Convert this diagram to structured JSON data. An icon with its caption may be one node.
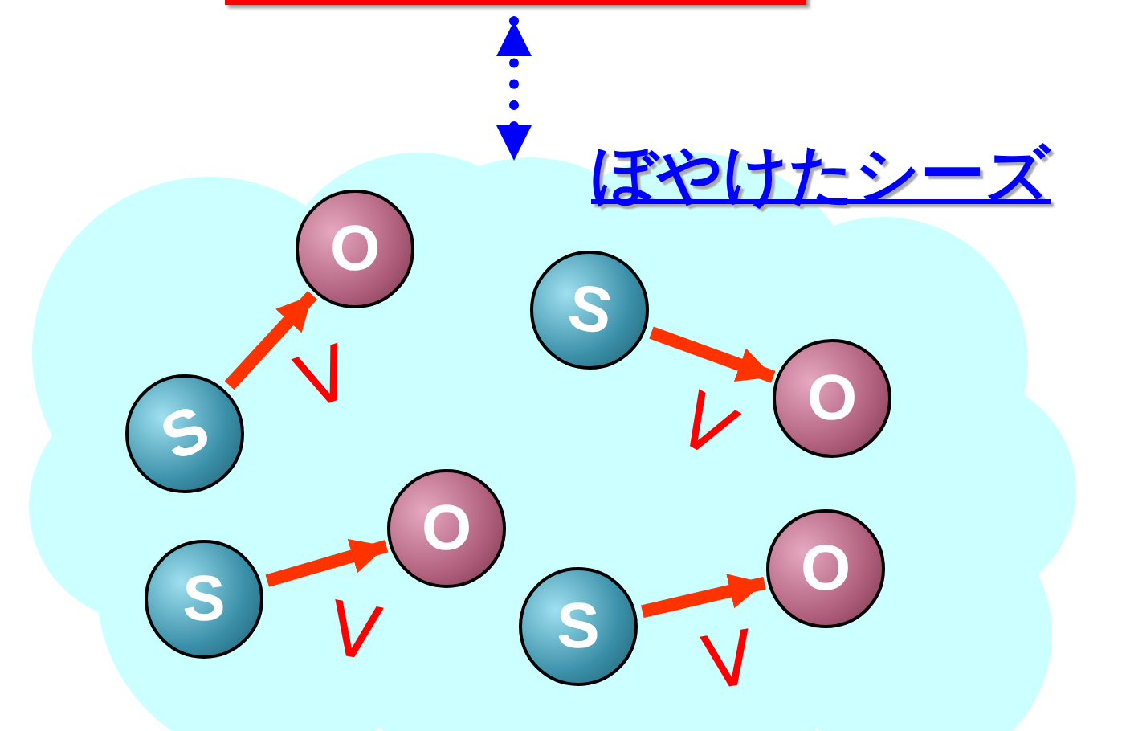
{
  "diagram": {
    "nodes": [
      {
        "text": [],
        "shape": "box"
      },
      {
        "text": [
          "ぼやけたシーズ"
        ]
      },
      {
        "text": [
          "S"
        ],
        "in": 1
      },
      {
        "text": [
          "O"
        ],
        "in": 1
      },
      {
        "text": [
          "S"
        ],
        "in": 1
      },
      {
        "text": [
          "O"
        ],
        "in": 1
      },
      {
        "text": [
          "S"
        ],
        "in": 1
      },
      {
        "text": [
          "O"
        ],
        "in": 1
      },
      {
        "text": [
          "S"
        ],
        "in": 1
      },
      {
        "text": [
          "O"
        ],
        "in": 1
      }
    ],
    "edges": [
      {
        "from": 0,
        "to": 1,
        "arrow": "both",
        "style": "dashed",
        "color": "#0000ff"
      },
      {
        "from": 2,
        "to": 3,
        "arrow": "to"
      },
      {
        "from": 4,
        "to": 5,
        "arrow": "to"
      },
      {
        "from": 6,
        "to": 7,
        "arrow": "to"
      },
      {
        "from": 8,
        "to": 9,
        "arrow": "to"
      }
    ],
    "labels": [
      "V",
      "V",
      "V",
      "V"
    ]
  }
}
